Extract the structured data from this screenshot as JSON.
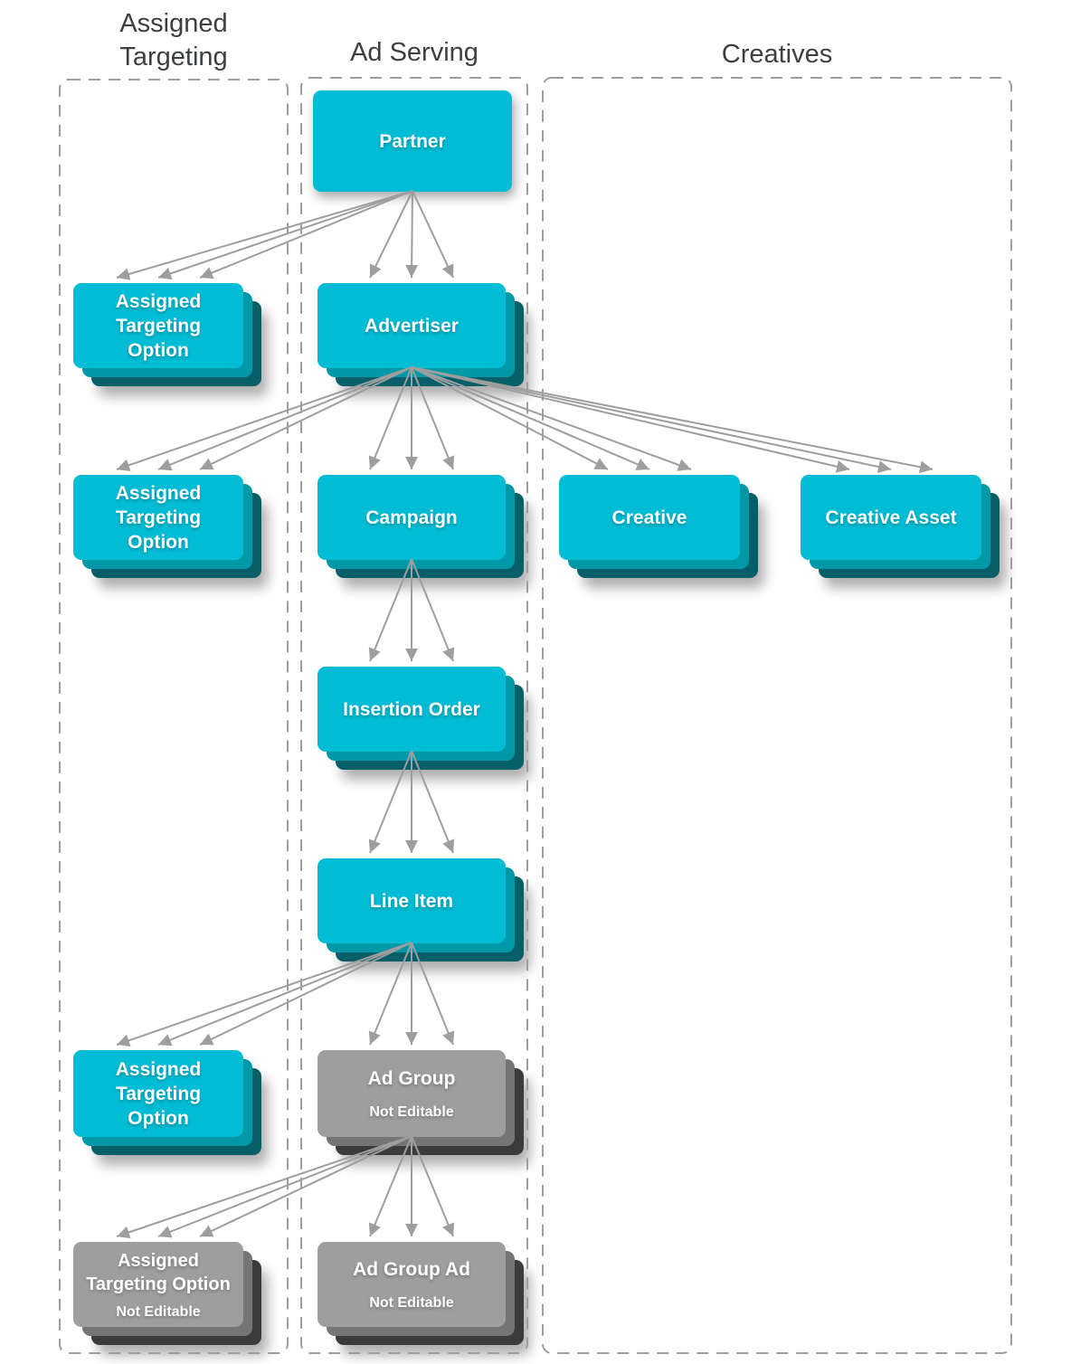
{
  "columns": [
    {
      "id": "assigned_targeting",
      "label": "Assigned\nTargeting"
    },
    {
      "id": "ad_serving",
      "label": "Ad Serving"
    },
    {
      "id": "creatives",
      "label": "Creatives"
    }
  ],
  "nodes": {
    "partner": {
      "label": "Partner"
    },
    "ato1": {
      "label": "Assigned\nTargeting\nOption"
    },
    "advertiser": {
      "label": "Advertiser"
    },
    "ato2": {
      "label": "Assigned\nTargeting\nOption"
    },
    "campaign": {
      "label": "Campaign"
    },
    "creative": {
      "label": "Creative"
    },
    "creative_asset": {
      "label": "Creative Asset"
    },
    "insertion_order": {
      "label": "Insertion Order"
    },
    "line_item": {
      "label": "Line Item"
    },
    "ato3": {
      "label": "Assigned\nTargeting\nOption"
    },
    "ad_group": {
      "label": "Ad Group",
      "badge": "Not Editable"
    },
    "ato4": {
      "label": "Assigned\nTargeting Option",
      "badge": "Not Editable"
    },
    "ad_group_ad": {
      "label": "Ad Group Ad",
      "badge": "Not Editable"
    }
  },
  "edges": [
    {
      "from": "partner",
      "to": "ato1"
    },
    {
      "from": "partner",
      "to": "advertiser"
    },
    {
      "from": "advertiser",
      "to": "ato2"
    },
    {
      "from": "advertiser",
      "to": "campaign"
    },
    {
      "from": "advertiser",
      "to": "creative"
    },
    {
      "from": "advertiser",
      "to": "creative_asset"
    },
    {
      "from": "campaign",
      "to": "insertion_order"
    },
    {
      "from": "insertion_order",
      "to": "line_item"
    },
    {
      "from": "line_item",
      "to": "ato3"
    },
    {
      "from": "line_item",
      "to": "ad_group"
    },
    {
      "from": "ad_group",
      "to": "ato4"
    },
    {
      "from": "ad_group",
      "to": "ad_group_ad"
    }
  ],
  "colors": {
    "box_teal": "#00BCD4",
    "box_teal_mid": "#0097A7",
    "box_teal_dark": "#055E68",
    "box_gray": "#9E9E9E",
    "box_gray_mid": "#757575",
    "box_gray_dark": "#3B3B3B",
    "arrow": "#9E9E9E",
    "column_border": "#9E9E9E",
    "header_text": "#3C4043",
    "label_text": "#FFFFFF",
    "background": "#FFFFFF"
  }
}
